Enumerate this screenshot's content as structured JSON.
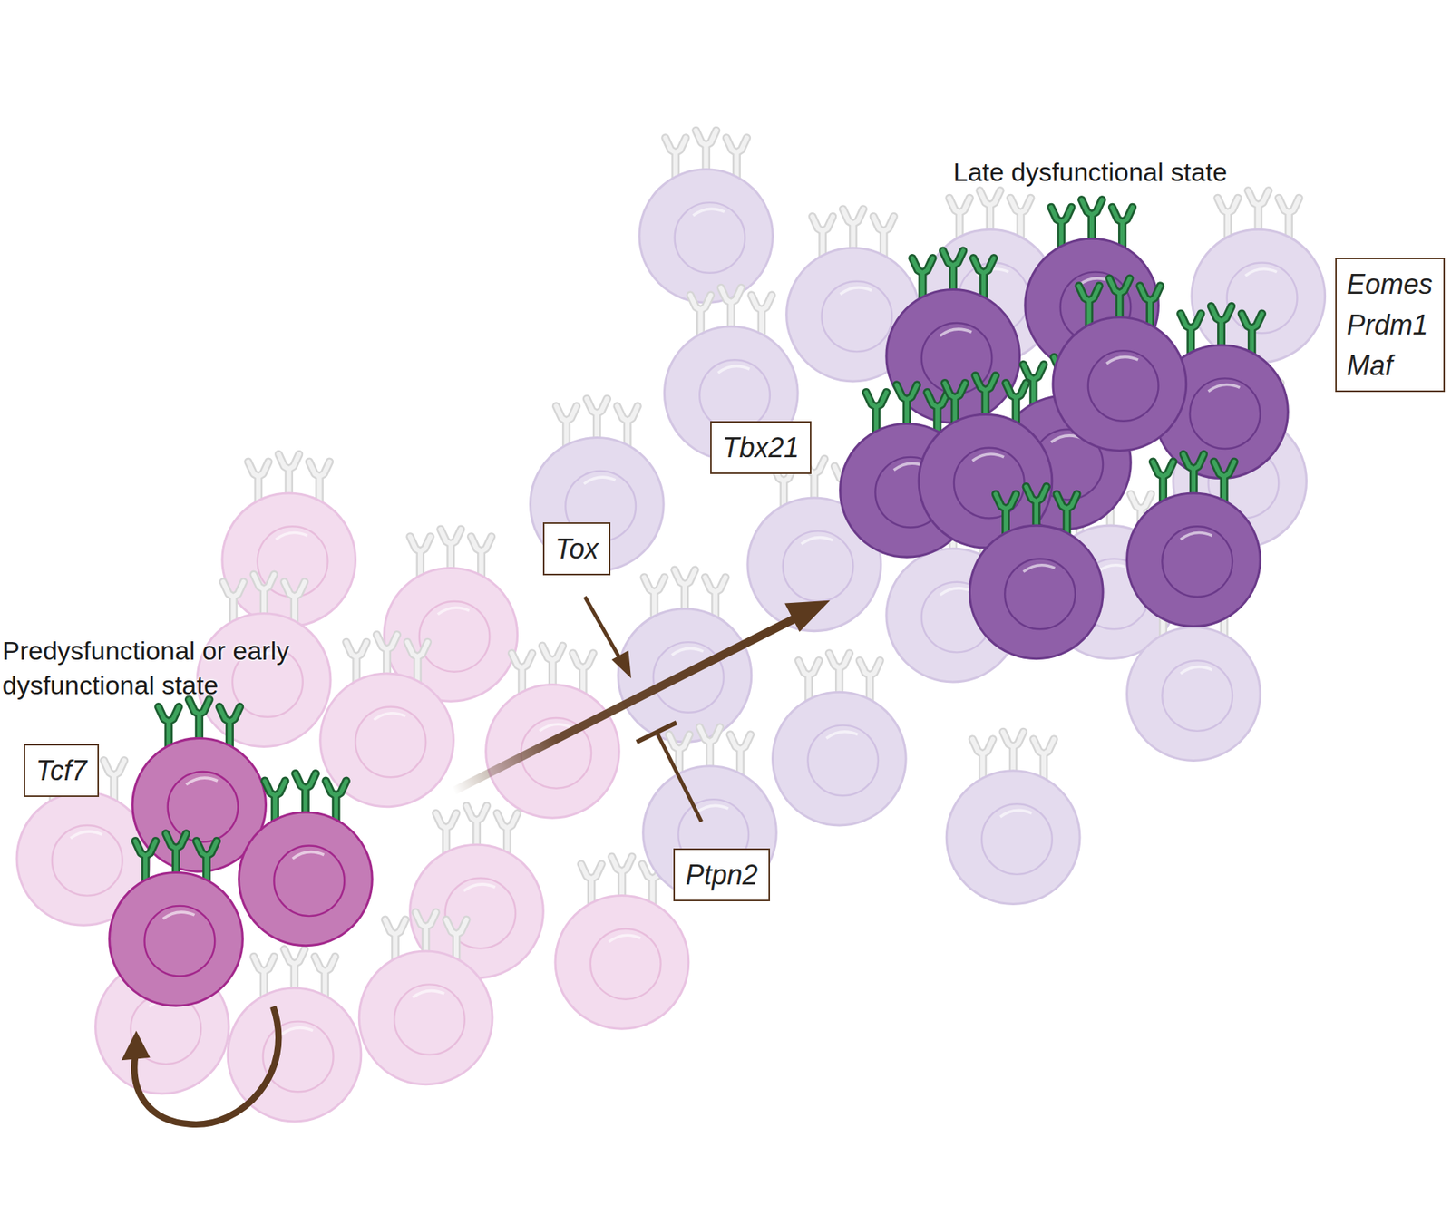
{
  "diagram": {
    "nodes": [
      {
        "text": [
          "Eomes Prdm1 Maf"
        ]
      },
      {
        "text": [
          "Tbx21"
        ]
      },
      {
        "text": [
          "Tox"
        ]
      },
      {
        "text": [
          "Tcf7"
        ]
      },
      {
        "text": [
          "Ptpn2"
        ]
      }
    ],
    "labels": [
      "Late dysfunctional state",
      "Predysfunctional or early dysfunctional state"
    ]
  }
}
